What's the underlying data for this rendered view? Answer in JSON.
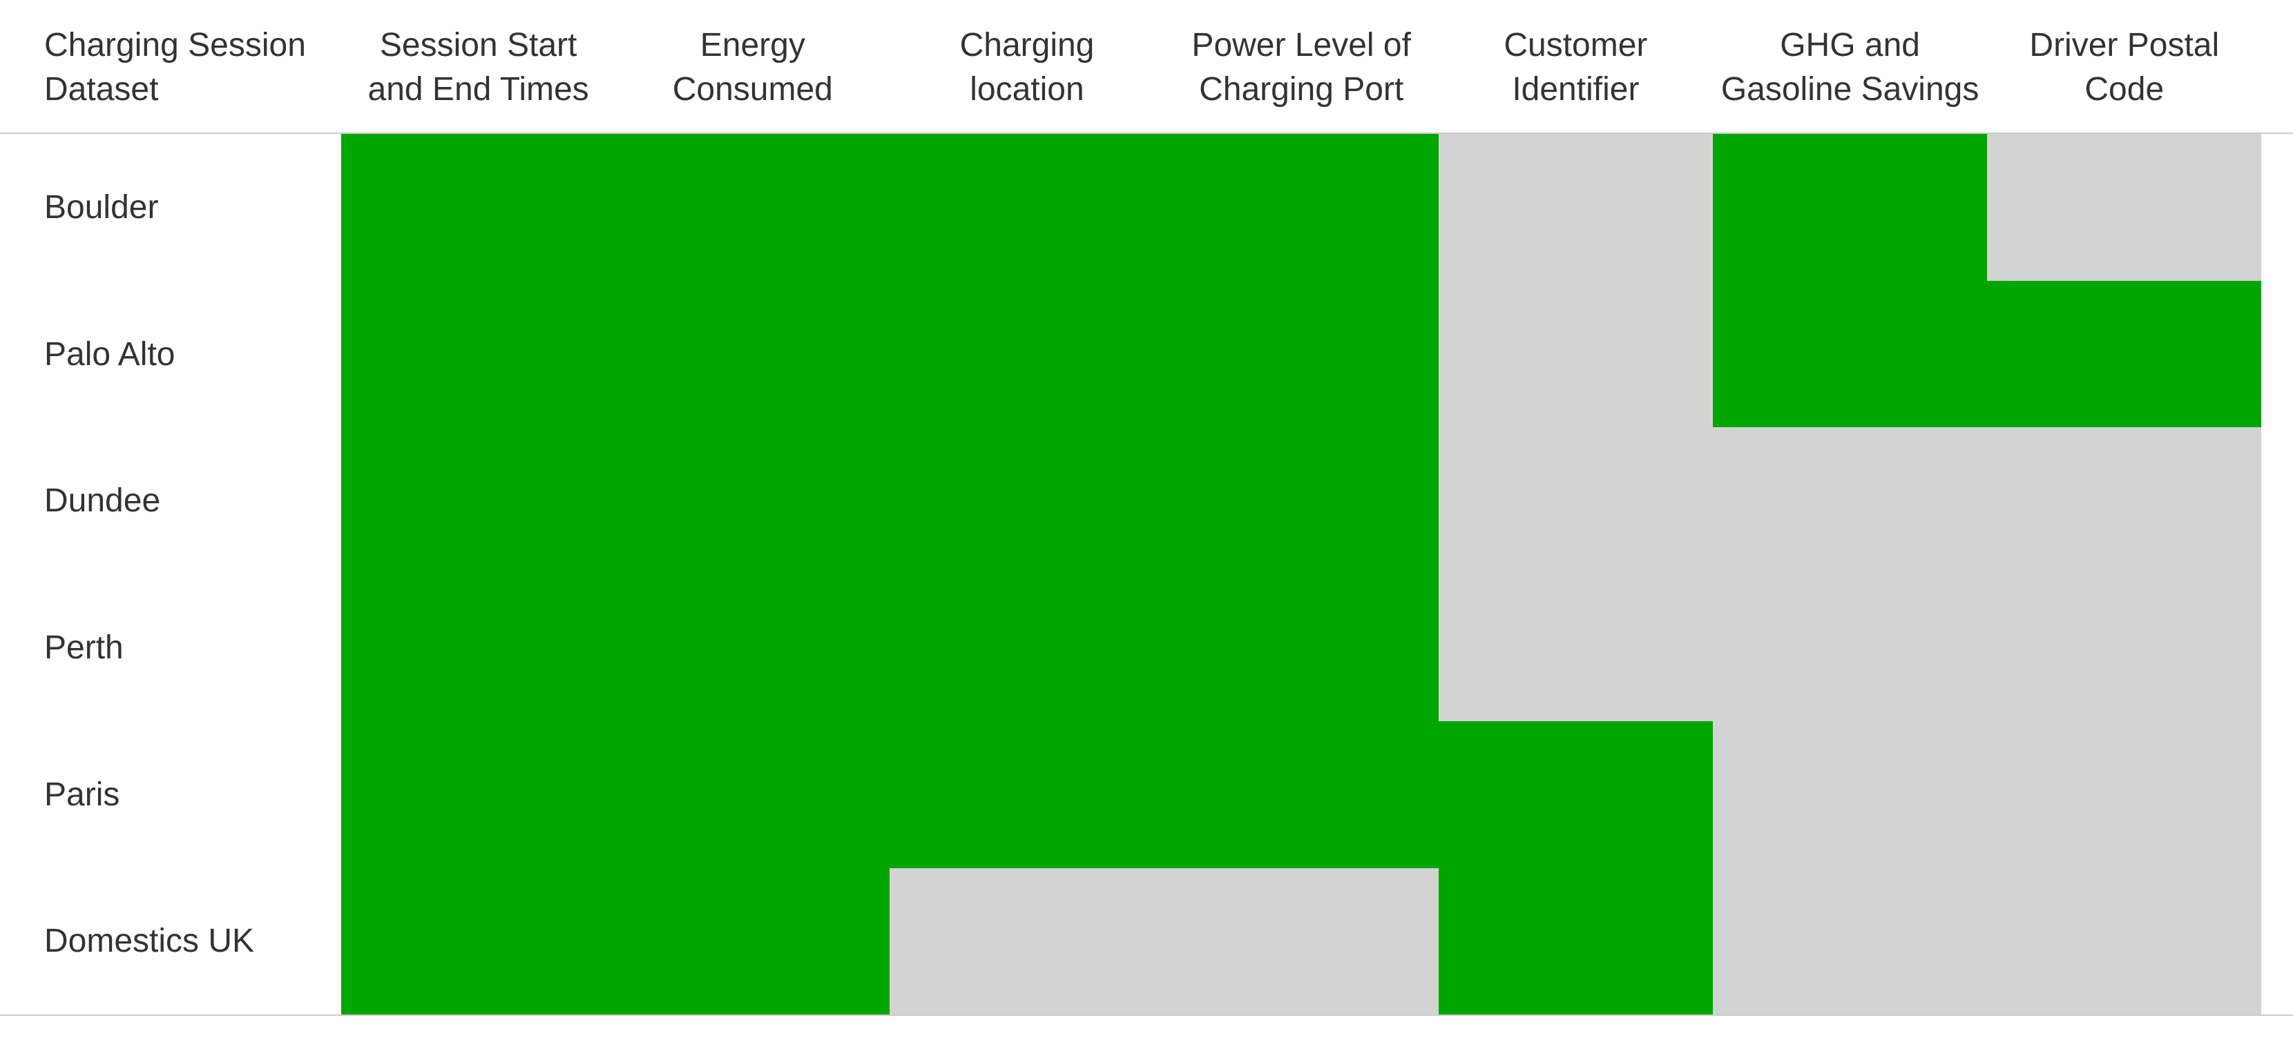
{
  "chart_data": {
    "type": "heatmap",
    "corner_header": "Charging Session\nDataset",
    "columns": [
      "Session Start\nand End Times",
      "Energy\nConsumed",
      "Charging\nlocation",
      "Power Level of\nCharging Port",
      "Customer\nIdentifier",
      "GHG and\nGasoline Savings",
      "Driver Postal\nCode"
    ],
    "rows": [
      "Boulder",
      "Palo Alto",
      "Dundee",
      "Perth",
      "Paris",
      "Domestics UK"
    ],
    "values": [
      [
        1,
        1,
        1,
        1,
        0,
        1,
        0
      ],
      [
        1,
        1,
        1,
        1,
        0,
        1,
        1
      ],
      [
        1,
        1,
        1,
        1,
        0,
        0,
        0
      ],
      [
        1,
        1,
        1,
        1,
        0,
        0,
        0
      ],
      [
        1,
        1,
        1,
        1,
        1,
        0,
        0
      ],
      [
        1,
        1,
        0,
        0,
        1,
        0,
        0
      ]
    ],
    "colors": {
      "available": "#00a600",
      "unavailable": "#d3d3d3"
    }
  }
}
